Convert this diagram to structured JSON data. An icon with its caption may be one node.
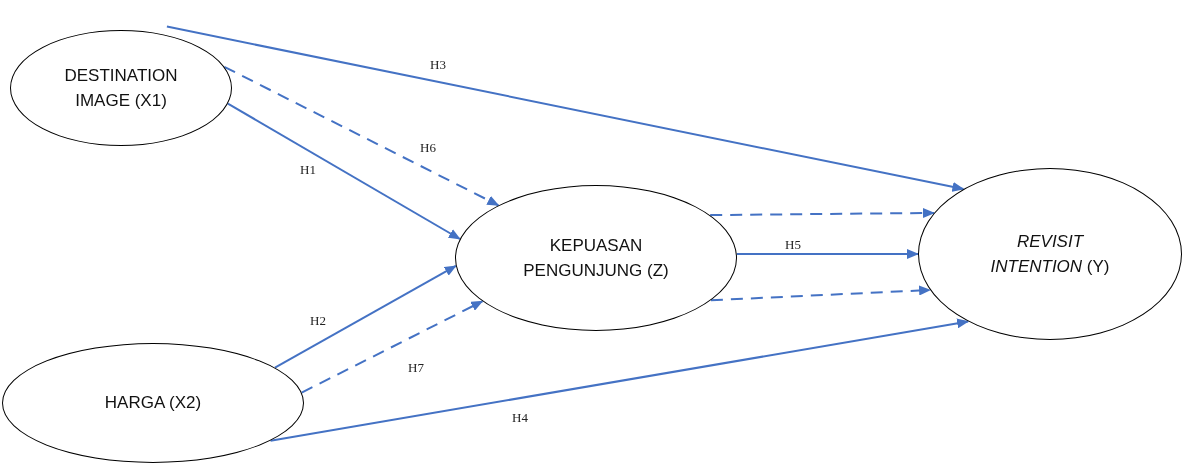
{
  "diagram": {
    "nodes": [
      {
        "text": [
          "DESTINATION IMAGE (X1)"
        ]
      },
      {
        "text": [
          "HARGA (X2)"
        ]
      },
      {
        "text": [
          "KEPUASAN PENGUNJUNG (Z)"
        ]
      },
      {
        "text": [
          "*REVISIT INTENTION* (Y)"
        ]
      }
    ],
    "edges": [
      {
        "from": 0,
        "to": 3,
        "arrow": "to",
        "label": "H3"
      },
      {
        "from": 0,
        "to": 2,
        "arrow": "to",
        "label": "H6",
        "style": "dashed"
      },
      {
        "from": 0,
        "to": 2,
        "arrow": "to",
        "label": "H1"
      },
      {
        "from": 1,
        "to": 2,
        "arrow": "to",
        "label": "H2"
      },
      {
        "from": 1,
        "to": 2,
        "arrow": "to",
        "label": "H7",
        "style": "dashed"
      },
      {
        "from": 1,
        "to": 3,
        "arrow": "to",
        "label": "H4"
      },
      {
        "from": 2,
        "to": 3,
        "arrow": "to",
        "style": "dashed"
      },
      {
        "from": 2,
        "to": 3,
        "arrow": "to",
        "label": "H5"
      },
      {
        "from": 2,
        "to": 3,
        "arrow": "to",
        "style": "dashed"
      }
    ]
  }
}
